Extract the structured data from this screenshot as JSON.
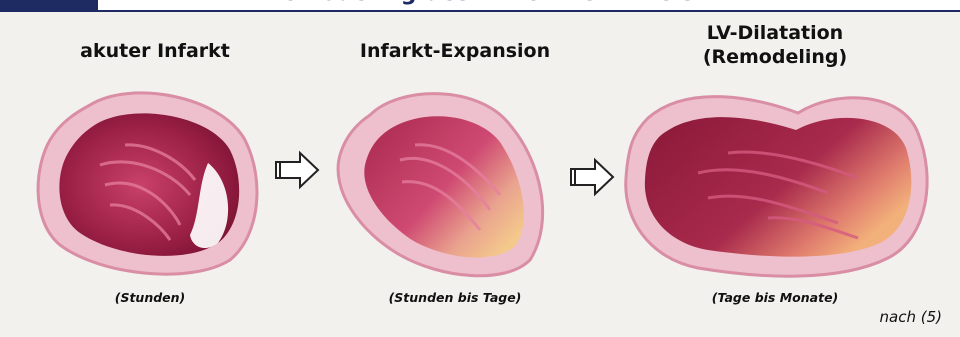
{
  "header": {
    "title_clipped": "Remodeling des linken Ventrikels"
  },
  "stages": [
    {
      "title": "akuter Infarkt",
      "subtitle": "(Stunden)"
    },
    {
      "title": "Infarkt-Expansion",
      "subtitle": "(Stunden bis Tage)"
    },
    {
      "title_line1": "LV-Dilatation",
      "title_line2": "(Remodeling)",
      "subtitle": "(Tage bis Monate)"
    }
  ],
  "source_note": "nach (5)",
  "colors": {
    "brand_blue": "#1e2b63",
    "myocardium": "#e8b3c1",
    "cavity": "#8c1a3c",
    "infarct": "#f2c48a"
  }
}
